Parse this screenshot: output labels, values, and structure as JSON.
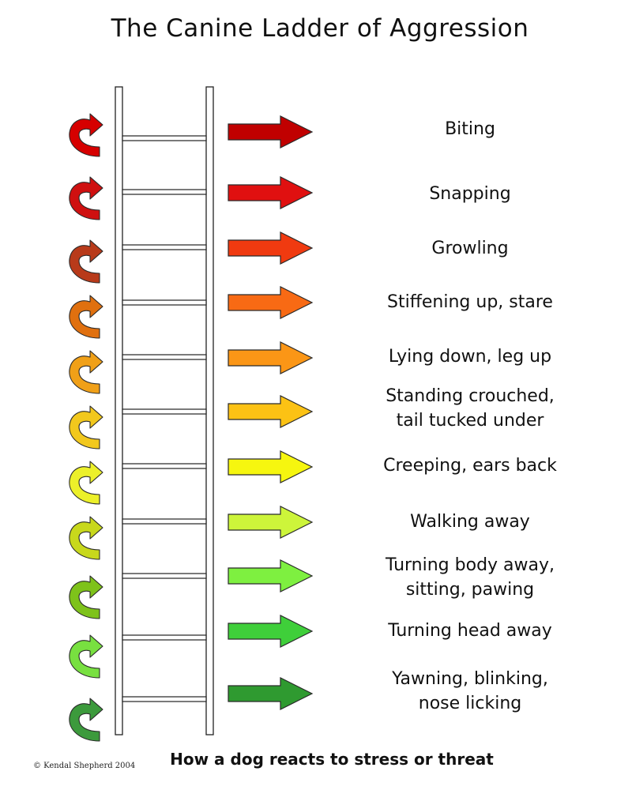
{
  "title": "The Canine Ladder of Aggression",
  "caption": "How a dog reacts to stress or threat",
  "copyright": "© Kendal Shepherd 2004",
  "steps": [
    {
      "lines": [
        "Biting"
      ],
      "color": "#c00000"
    },
    {
      "lines": [
        "Snapping"
      ],
      "color": "#e01010"
    },
    {
      "lines": [
        "Growling"
      ],
      "color": "#f03a10"
    },
    {
      "lines": [
        "Stiffening up, stare"
      ],
      "color": "#f86a14"
    },
    {
      "lines": [
        "Lying down, leg up"
      ],
      "color": "#fb9616"
    },
    {
      "lines": [
        "Standing crouched,",
        "tail tucked under"
      ],
      "color": "#fcc214"
    },
    {
      "lines": [
        "Creeping, ears back"
      ],
      "color": "#f6f60f"
    },
    {
      "lines": [
        "Walking away"
      ],
      "color": "#cdf53a"
    },
    {
      "lines": [
        "Turning body away,",
        "sitting, pawing"
      ],
      "color": "#7ef040"
    },
    {
      "lines": [
        "Turning head away"
      ],
      "color": "#3fcf3a"
    },
    {
      "lines": [
        "Yawning, blinking,",
        "nose licking"
      ],
      "color": "#2f9a30"
    }
  ],
  "curl_colors": [
    "#d60000",
    "#cf1010",
    "#b83a1a",
    "#e0700f",
    "#f0a018",
    "#f2c81d",
    "#ecf02a",
    "#c8d81c",
    "#7ec21a",
    "#78e040",
    "#3c9a3c"
  ]
}
